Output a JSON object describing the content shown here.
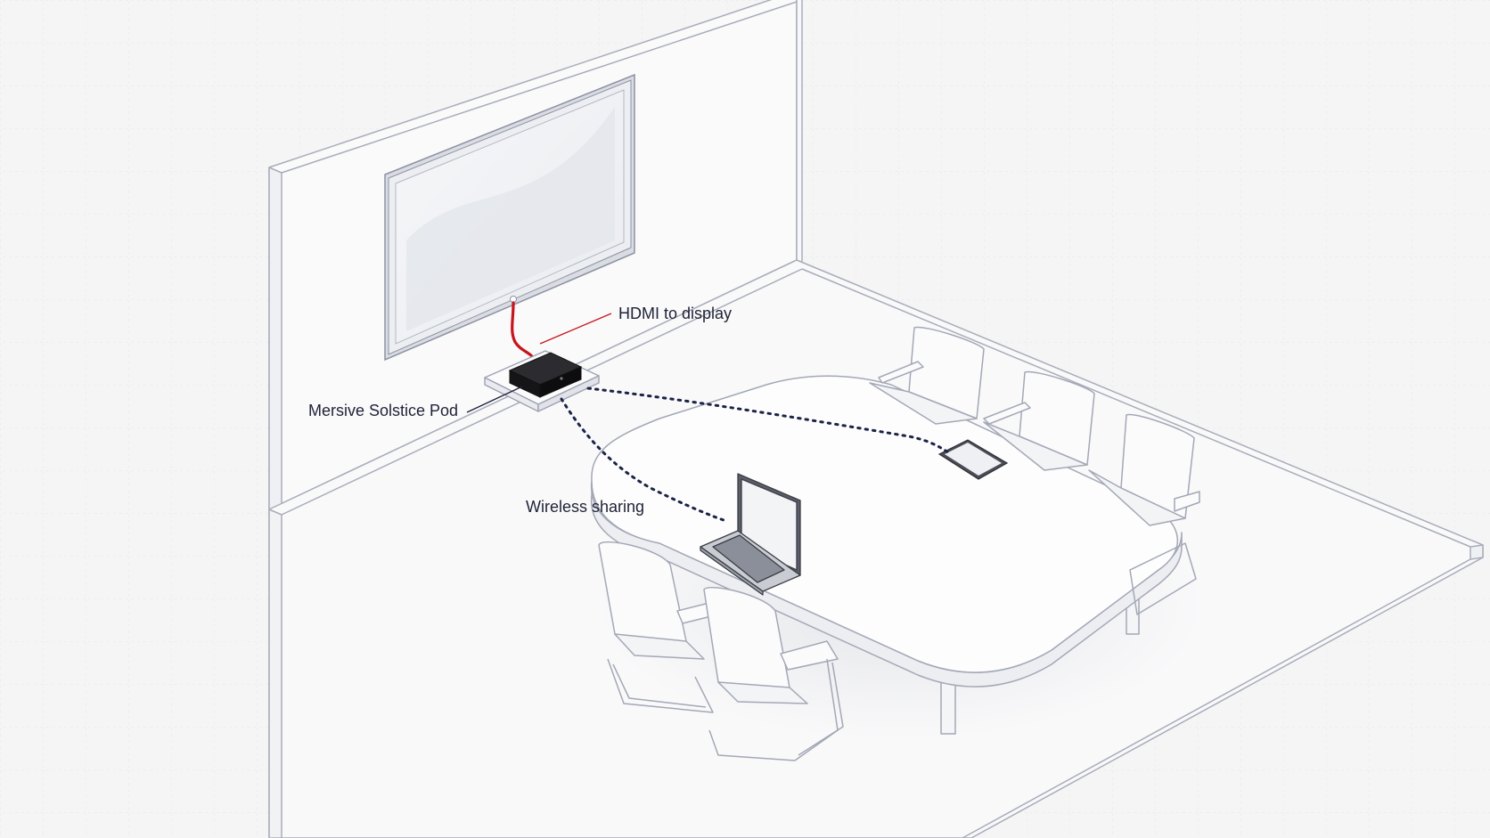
{
  "labels": {
    "hdmi": "HDMI to display",
    "pod": "Mersive Solstice Pod",
    "wireless": "Wireless sharing"
  },
  "colors": {
    "background": "#f5f5f6",
    "line": "#9ea3b3",
    "hdmi_cable": "#c8141c",
    "dotted_link": "#1b2347",
    "pod_body": "#1c1c1e",
    "label_text": "#1e2236"
  },
  "icons": [
    "display-icon",
    "pod-icon",
    "laptop-icon",
    "tablet-icon",
    "chair-icon",
    "table-icon"
  ]
}
